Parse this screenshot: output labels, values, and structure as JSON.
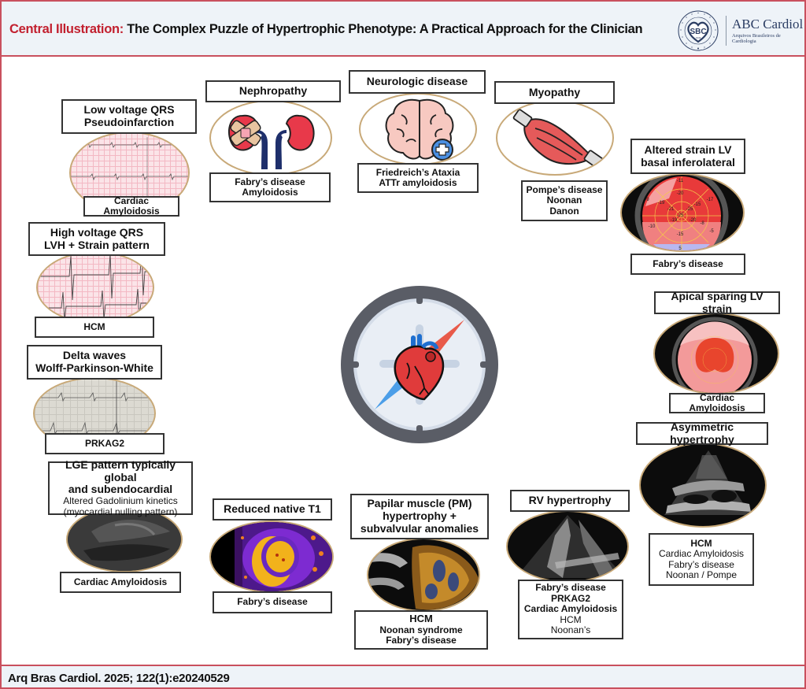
{
  "header": {
    "title_prefix": "Central Illustration:",
    "title": " The Complex Puzzle of Hypertrophic Phenotype: A Practical Approach for the Clinician",
    "logo_sbc_text": "SBC",
    "logo_sbc_ring": "SOCIEDADE BRASILEIRA DE CARDIOLOGIA",
    "logo_sbc_year": "1943",
    "logo_abc_title": "ABC Cardiol",
    "logo_abc_subtitle": "Arquivos Brasileiros de Cardiologia"
  },
  "center": {
    "icon": "compass-heart-icon"
  },
  "findings": [
    {
      "id": "low-voltage",
      "title": [
        "Low voltage QRS",
        "Pseudoinfarction"
      ],
      "image": "ecg-low-voltage",
      "conditions": [
        {
          "text": "Cardiac Amyloidosis",
          "bold": true
        }
      ]
    },
    {
      "id": "nephropathy",
      "title": [
        "Nephropathy"
      ],
      "image": "kidney-icon",
      "conditions": [
        {
          "text": "Fabry’s disease",
          "bold": true
        },
        {
          "text": "Amyloidosis",
          "bold": true
        }
      ]
    },
    {
      "id": "neurologic",
      "title": [
        "Neurologic disease"
      ],
      "image": "brain-icon",
      "conditions": [
        {
          "text": "Friedreich’s Ataxia",
          "bold": true
        },
        {
          "text": "ATTr amyloidosis",
          "bold": true
        }
      ]
    },
    {
      "id": "myopathy",
      "title": [
        "Myopathy"
      ],
      "image": "muscle-icon",
      "conditions": [
        {
          "text": "Pompe’s disease",
          "bold": true
        },
        {
          "text": "Noonan",
          "bold": true
        },
        {
          "text": "Danon",
          "bold": true
        }
      ]
    },
    {
      "id": "altered-strain",
      "title": [
        "Altered strain LV",
        "basal inferolateral"
      ],
      "image": "bullseye-strain",
      "conditions": [
        {
          "text": "Fabry’s disease",
          "bold": true
        }
      ]
    },
    {
      "id": "high-voltage",
      "title": [
        "High voltage QRS",
        "LVH + Strain pattern"
      ],
      "image": "ecg-high-voltage",
      "conditions": [
        {
          "text": "HCM",
          "bold": true
        }
      ]
    },
    {
      "id": "apical-sparing",
      "title": [
        "Apical sparing LV strain"
      ],
      "image": "bullseye-apical",
      "conditions": [
        {
          "text": "Cardiac Amyloidosis",
          "bold": true
        }
      ]
    },
    {
      "id": "delta-waves",
      "title": [
        "Delta waves",
        "Wolff-Parkinson-White"
      ],
      "image": "ecg-delta",
      "conditions": [
        {
          "text": "PRKAG2",
          "bold": true
        }
      ]
    },
    {
      "id": "asymmetric",
      "title": [
        "Asymmetric hypertrophy"
      ],
      "image": "echo-plax",
      "conditions": [
        {
          "text": "HCM",
          "bold": true
        },
        {
          "text": "Cardiac Amyloidosis",
          "bold": false
        },
        {
          "text": "Fabry’s disease",
          "bold": false
        },
        {
          "text": "Noonan / Pompe",
          "bold": false
        }
      ]
    },
    {
      "id": "lge",
      "title": [
        "LGE pattern typically global",
        "and subendocardial"
      ],
      "subtitle": [
        "Altered Gadolinium kinetics",
        "(myocardial nulling pattern)"
      ],
      "image": "cmr-lge",
      "conditions": [
        {
          "text": "Cardiac Amyloidosis",
          "bold": true
        }
      ]
    },
    {
      "id": "native-t1",
      "title": [
        "Reduced native T1"
      ],
      "image": "t1-map",
      "conditions": [
        {
          "text": "Fabry’s disease",
          "bold": true
        }
      ]
    },
    {
      "id": "papillary",
      "title": [
        "Papilar muscle (PM)",
        "hypertrophy +",
        "subvalvular anomalies"
      ],
      "image": "echo-3d",
      "conditions": [
        {
          "text": "HCM",
          "bold": true
        },
        {
          "text": "Noonan syndrome",
          "bold": true
        },
        {
          "text": "Fabry’s disease",
          "bold": true
        }
      ]
    },
    {
      "id": "rv-hypertrophy",
      "title": [
        "RV hypertrophy"
      ],
      "image": "echo-4ch",
      "conditions": [
        {
          "text": "Fabry’s disease",
          "bold": true
        },
        {
          "text": "PRKAG2",
          "bold": true
        },
        {
          "text": "Cardiac Amyloidosis",
          "bold": true
        },
        {
          "text": "HCM",
          "bold": false
        },
        {
          "text": "Noonan’s",
          "bold": false
        }
      ]
    }
  ],
  "strain_values": {
    "altered": [
      "-11",
      "-9",
      "-17",
      "-20",
      "-19",
      "-15",
      "-21",
      "-25",
      "-25",
      "-19",
      "-20",
      "-8",
      "-10",
      "-15",
      "-5",
      "5"
    ]
  },
  "footer": {
    "citation": "Arq Bras Cardiol. 2025; 122(1):e20240529"
  },
  "colors": {
    "accent": "#c2202f",
    "frame": "#c9505e",
    "header_bg": "#eef3f8",
    "oval_border": "#c8a978"
  }
}
